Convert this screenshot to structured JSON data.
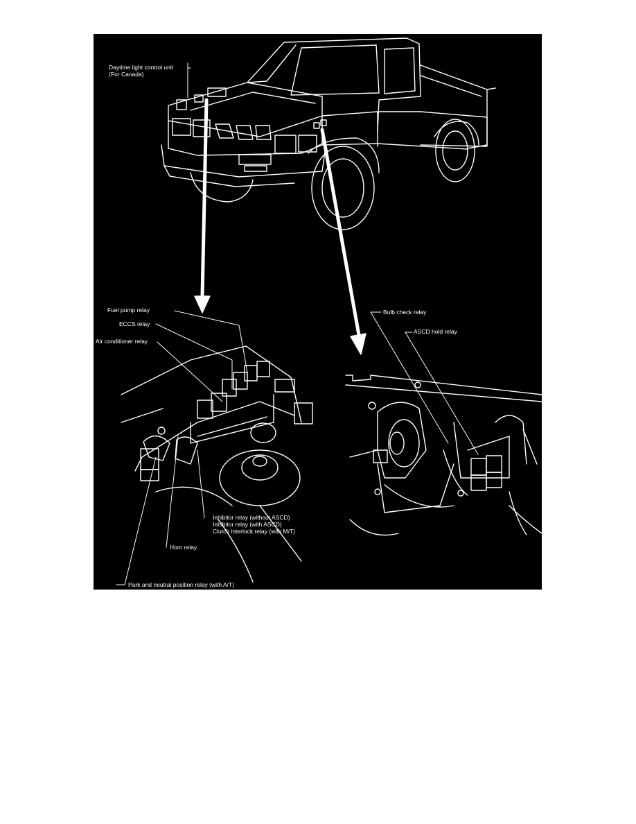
{
  "colors": {
    "page": "#ffffff",
    "figure": "#000000",
    "ink": "#ffffff"
  },
  "labels": {
    "daytime_unit": {
      "line1": "Daytime light control unit",
      "line2": "(For Canada)"
    },
    "fuel_pump": "Fuel pump relay",
    "eccs": "ECCS relay",
    "air_conditioner": "Air conditioner relay",
    "inhibitor": {
      "line1": "Inhibitor relay (without ASCD)",
      "line2": "Inhibitor relay (with ASCD)",
      "line3": "Clutch interlock relay (with M/T)"
    },
    "horn": "Horn relay",
    "park_neutral": "Park and neutral position relay (with A/T)",
    "bulb_check": "Bulb check relay",
    "ascd_hold": "ASCD hold relay"
  }
}
